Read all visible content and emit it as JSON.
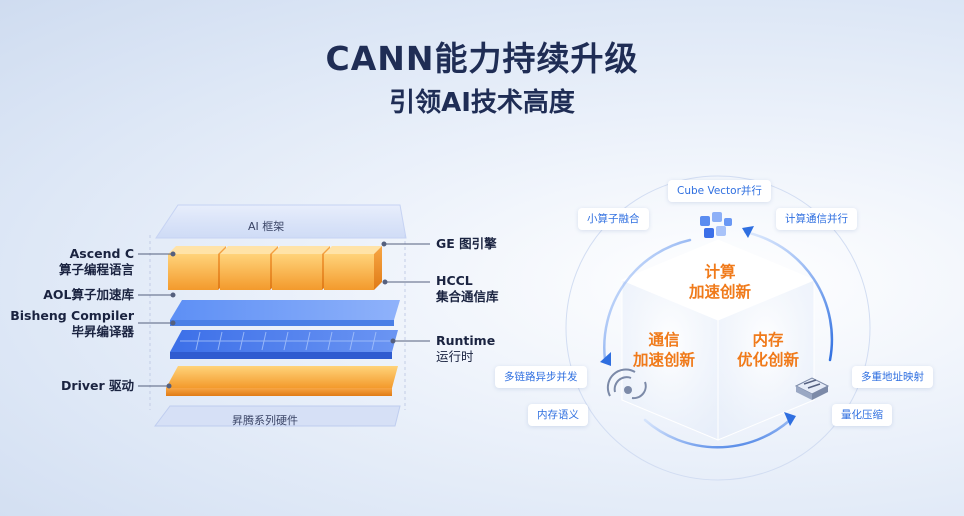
{
  "title": "CANN能力持续升级",
  "subtitle": "引领AI技术高度",
  "stack": {
    "top_label": "AI 框架",
    "bottom_label": "昇腾系列硬件",
    "left_labels": [
      {
        "line1": "Ascend C",
        "line2": "算子编程语言"
      },
      {
        "line1": "AOL算子加速库",
        "line2": ""
      },
      {
        "line1": "Bisheng Compiler",
        "line2": "毕昇编译器"
      },
      {
        "line1": "Driver 驱动",
        "line2": ""
      }
    ],
    "right_labels": [
      {
        "line1": "GE 图引擎",
        "line2": ""
      },
      {
        "line1": "HCCL",
        "line2": "集合通信库"
      },
      {
        "line1": "Runtime",
        "line2": "运行时"
      }
    ]
  },
  "cycle": {
    "top": {
      "line1": "计算",
      "line2": "加速创新"
    },
    "left": {
      "line1": "通信",
      "line2": "加速创新"
    },
    "right": {
      "line1": "内存",
      "line2": "优化创新"
    },
    "chips": [
      "Cube Vector并行",
      "小算子融合",
      "计算通信并行",
      "多链路异步并发",
      "内存语义",
      "多重地址映射",
      "量化压缩"
    ]
  },
  "colors": {
    "title": "#1f2d55",
    "accent_orange": "#f07a1a",
    "accent_blue": "#2f6fe0"
  }
}
